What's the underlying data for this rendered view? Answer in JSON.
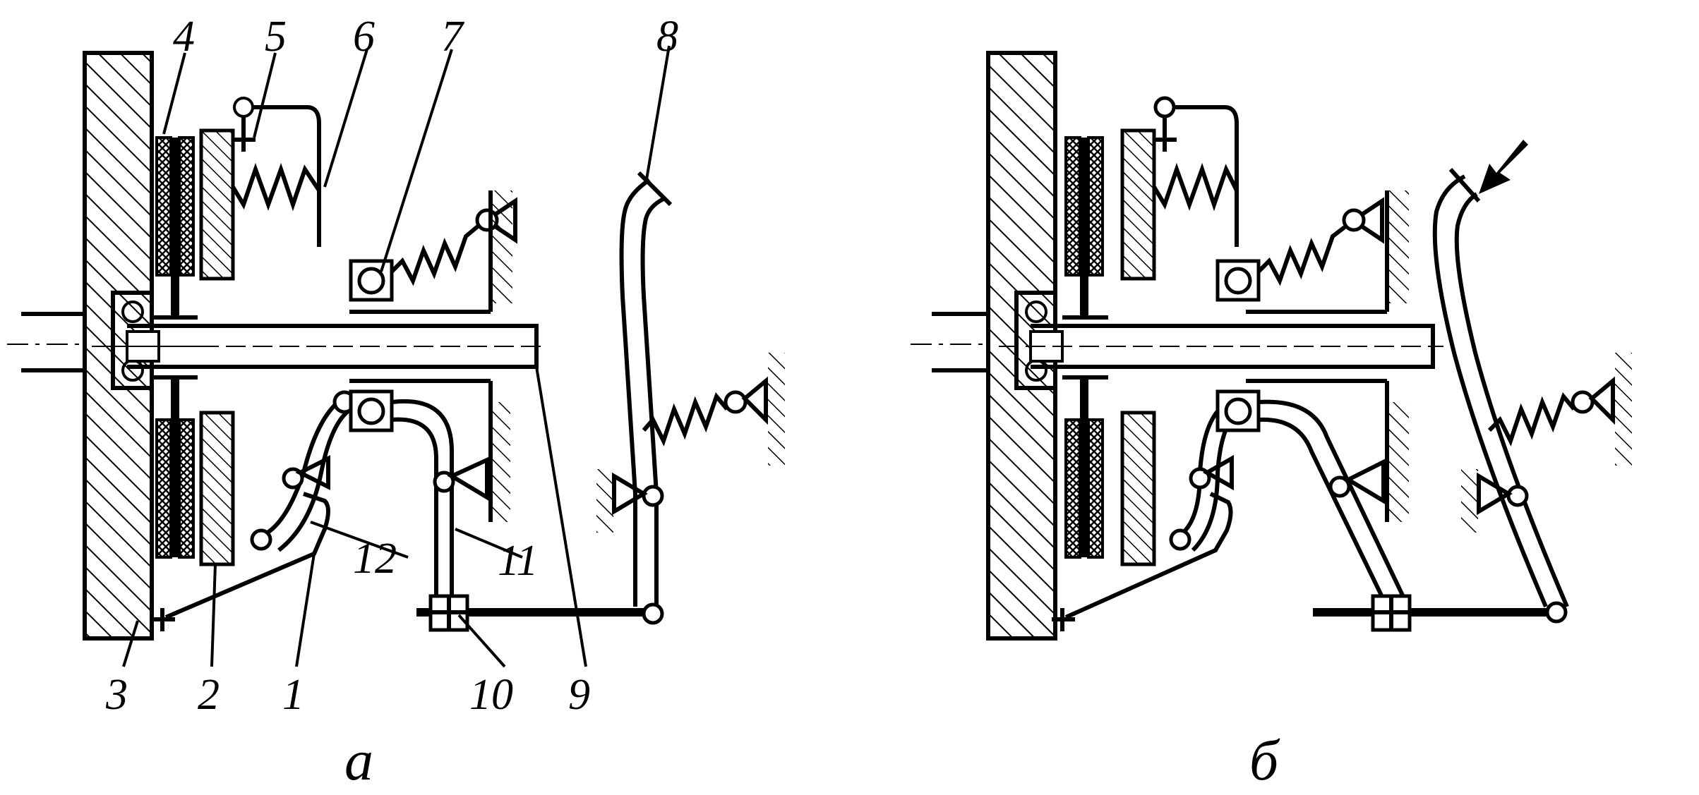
{
  "views": [
    {
      "caption": "а",
      "labels": [
        "1",
        "2",
        "3",
        "4",
        "5",
        "6",
        "7",
        "8",
        "9",
        "10",
        "11",
        "12"
      ]
    },
    {
      "caption": "б"
    }
  ]
}
